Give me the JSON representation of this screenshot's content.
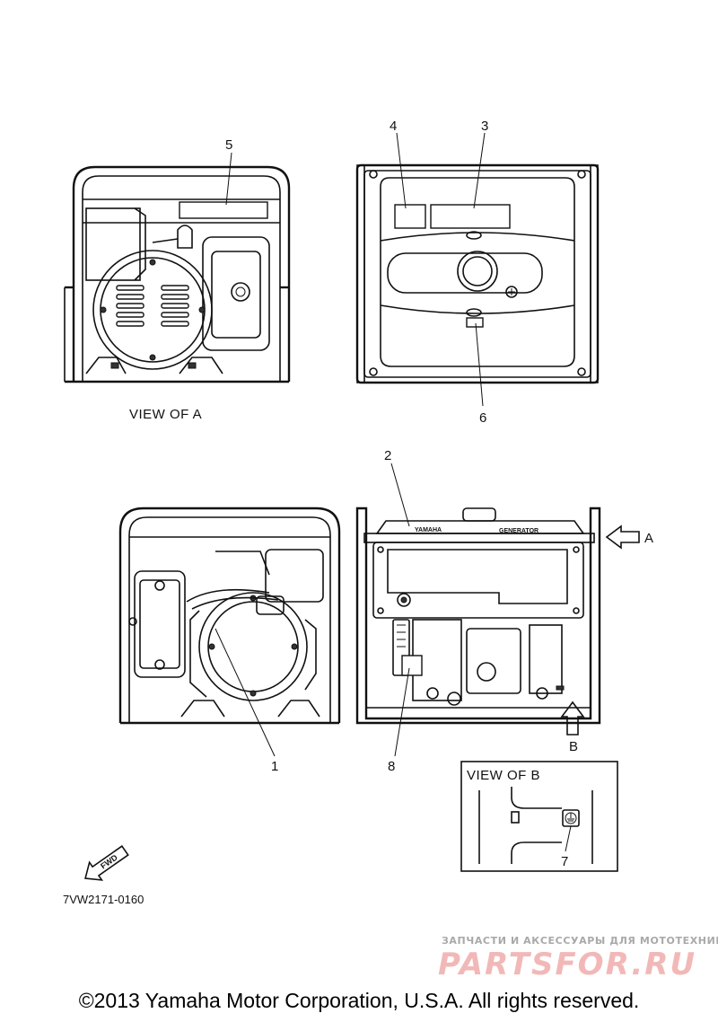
{
  "callouts": {
    "c1": "1",
    "c2": "2",
    "c3": "3",
    "c4": "4",
    "c5": "5",
    "c6": "6",
    "c7": "7",
    "c8": "8"
  },
  "views": {
    "view_a_caption": "VIEW  OF A",
    "view_b_caption": "VIEW  OF B",
    "arrow_a_label": "A",
    "arrow_b_label": "B"
  },
  "generator_labels": {
    "brand": "YAMAHA",
    "model": "GENERATOR"
  },
  "fwd_label": "FWD",
  "part_number": "7VW2171-0160",
  "watermark": {
    "tagline": "ЗАПЧАСТИ И АКСЕССУАРЫ ДЛЯ МОТОТЕХНИКИ",
    "brand": "PARTSFOR.RU"
  },
  "copyright": "©2013 Yamaha Motor Corporation, U.S.A. All rights reserved."
}
